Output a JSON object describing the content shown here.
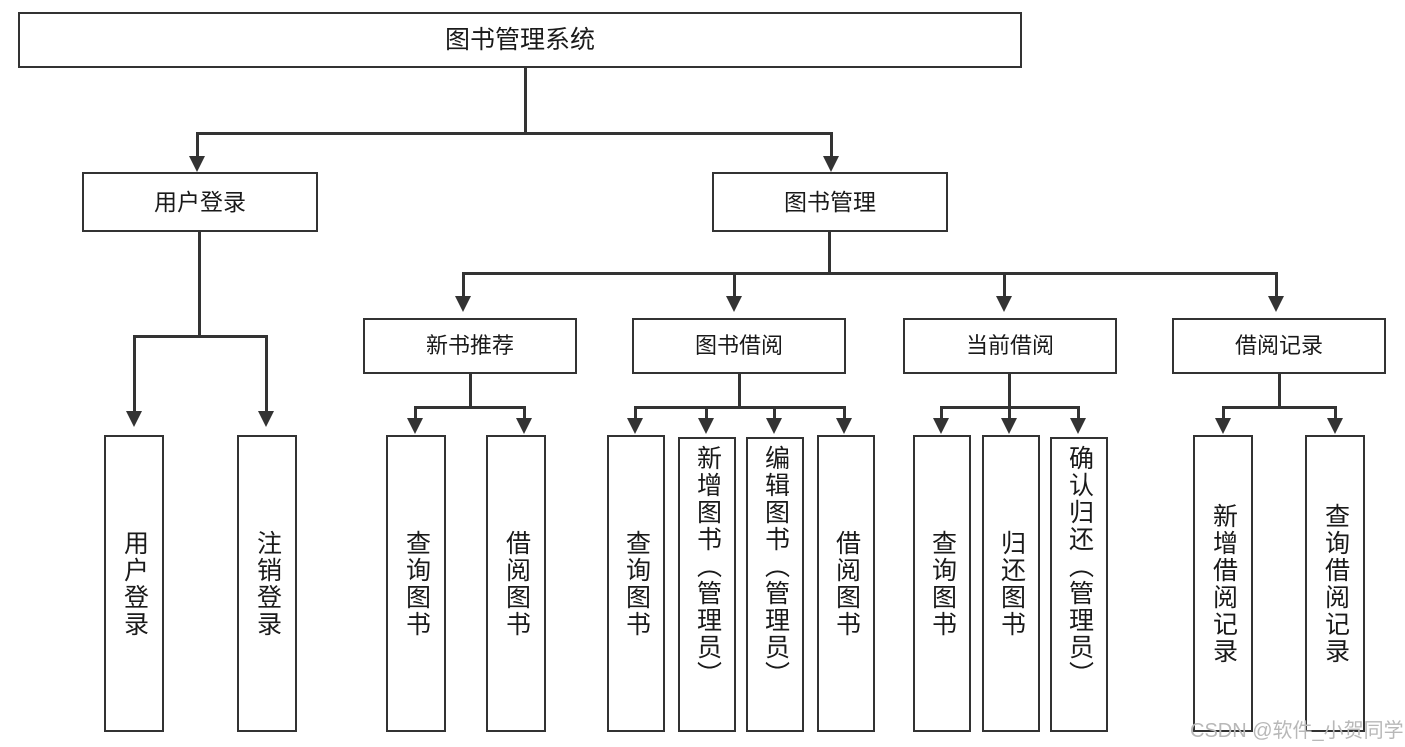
{
  "diagram": {
    "type": "tree-hierarchy",
    "title": "图书管理系统",
    "root": {
      "label": "图书管理系统"
    },
    "level1": [
      {
        "label": "用户登录"
      },
      {
        "label": "图书管理"
      }
    ],
    "level2": [
      {
        "label": "新书推荐"
      },
      {
        "label": "图书借阅"
      },
      {
        "label": "当前借阅"
      },
      {
        "label": "借阅记录"
      }
    ],
    "leaves": {
      "user_login": [
        {
          "label": "用户登录"
        },
        {
          "label": "注销登录"
        }
      ],
      "new_book_recommend": [
        {
          "label": "查询图书"
        },
        {
          "label": "借阅图书"
        }
      ],
      "book_borrow": [
        {
          "label": "查询图书"
        },
        {
          "label": "新增图书（管理员）"
        },
        {
          "label": "编辑图书（管理员）"
        },
        {
          "label": "借阅图书"
        }
      ],
      "current_borrow": [
        {
          "label": "查询图书"
        },
        {
          "label": "归还图书"
        },
        {
          "label": "确认归还（管理员）"
        }
      ],
      "borrow_record": [
        {
          "label": "新增借阅记录"
        },
        {
          "label": "查询借阅记录"
        }
      ]
    }
  },
  "watermark": {
    "text": "CSDN @软件_小贺同学"
  },
  "colors": {
    "stroke": "#333333",
    "background": "#ffffff",
    "text": "#1a1a1a",
    "watermark": "#b8b8b8"
  }
}
